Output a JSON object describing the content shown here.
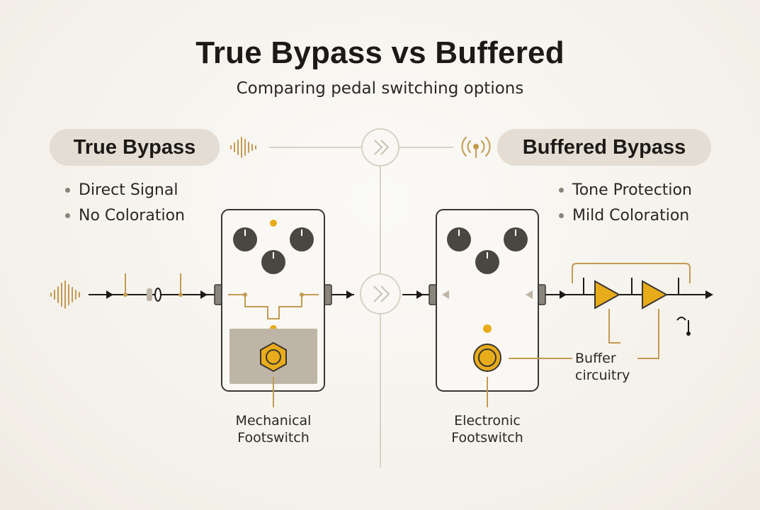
{
  "title": "True Bypass vs Buffered",
  "subtitle": "Comparing pedal switching options",
  "left": {
    "label": "True Bypass",
    "bullets": [
      "Direct Signal",
      "No Coloration"
    ],
    "footswitch_caption": [
      "Mechanical",
      "Footswitch"
    ]
  },
  "right": {
    "label": "Buffered Bypass",
    "bullets": [
      "Tone Protection",
      "Mild Coloration"
    ],
    "footswitch_caption": [
      "Electronic",
      "Footswitch"
    ],
    "buffer_caption": [
      "Buffer",
      "circuitry"
    ]
  },
  "icons": {
    "waveform": "waveform-icon",
    "signal": "signal-broadcast-icon",
    "chevrons": "double-chevron-right-icon",
    "knob": "knob-icon",
    "footswitch": "footswitch-icon",
    "buffer": "buffer-triangle-icon"
  },
  "colors": {
    "accent": "#e8ac1a",
    "trace": "#c49a52",
    "knob": "#4a4640",
    "outline": "#3a3732",
    "pill": "#e3ddd3",
    "guide": "#d8d2c6",
    "switch_plate": "#bfb5a6"
  }
}
